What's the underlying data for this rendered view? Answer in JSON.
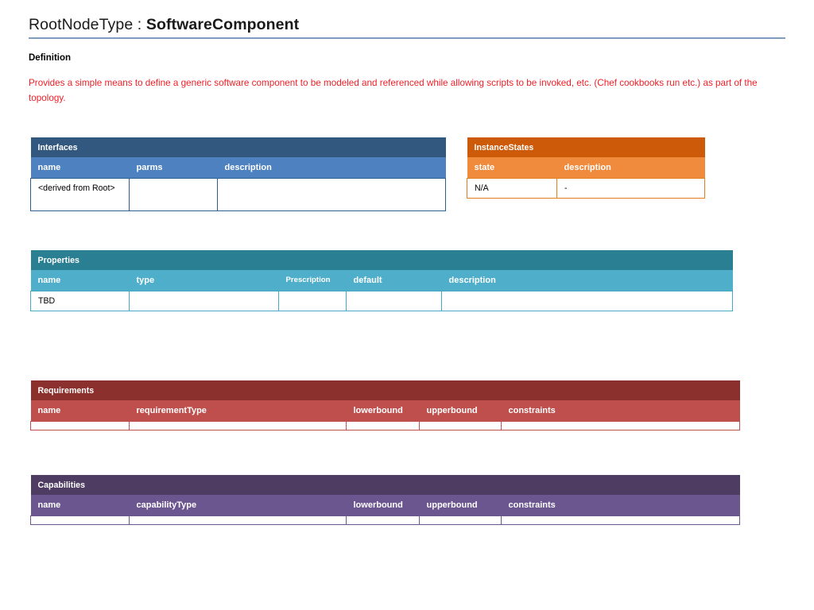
{
  "title": {
    "prefix": "RootNodeType : ",
    "name": "SoftwareComponent"
  },
  "definition": {
    "heading": "Definition",
    "text": "Provides a  simple means to define a generic software component  to be modeled and referenced while allowing scripts to be invoked, etc. (Chef cookbooks run etc.) as part of the topology."
  },
  "colors": {
    "title_rule": "#7f9dc0",
    "definition_text": "#ef2027",
    "interfaces_header": "#33587f",
    "interfaces_subheader": "#4d81c0",
    "instancestates_header": "#cc5a08",
    "instancestates_subheader": "#f08a3c",
    "properties_header": "#2b7f92",
    "properties_subheader": "#4fafcb",
    "requirements_header": "#8c302e",
    "requirements_subheader": "#bf4f4c",
    "capabilities_header": "#4e3c63",
    "capabilities_subheader": "#6b5690"
  },
  "tables": {
    "interfaces": {
      "title": "Interfaces",
      "columns": [
        "name",
        "parms",
        "description"
      ],
      "rows": [
        [
          "<derived from Root>",
          "",
          ""
        ]
      ]
    },
    "instancestates": {
      "title": "InstanceStates",
      "columns": [
        "state",
        "description"
      ],
      "rows": [
        [
          "N/A",
          "-"
        ]
      ]
    },
    "properties": {
      "title": "Properties",
      "columns": [
        "name",
        "type",
        "Prescription",
        "default",
        "description"
      ],
      "rows": [
        [
          "TBD",
          "",
          "",
          "",
          ""
        ]
      ]
    },
    "requirements": {
      "title": "Requirements",
      "columns": [
        "name",
        "requirementType",
        "lowerbound",
        "upperbound",
        "constraints"
      ],
      "rows": [
        [
          "",
          "",
          "",
          "",
          ""
        ]
      ]
    },
    "capabilities": {
      "title": "Capabilities",
      "columns": [
        "name",
        "capabilityType",
        "lowerbound",
        "upperbound",
        "constraints"
      ],
      "rows": [
        [
          "",
          "",
          "",
          "",
          ""
        ]
      ]
    }
  }
}
